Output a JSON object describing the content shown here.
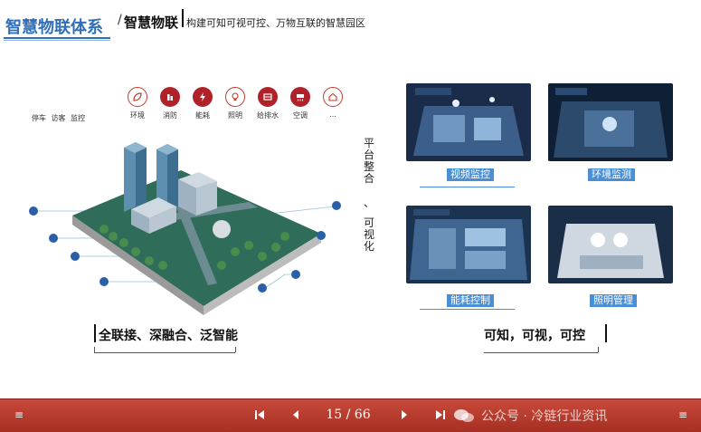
{
  "header": {
    "title": "智慧物联体系",
    "slash": "/",
    "subtitle": "智慧物联",
    "description": "构建可知可视可控、万物互联的智慧园区"
  },
  "left_panel": {
    "categories_left": [
      "停车",
      "访客",
      "监控"
    ],
    "icons": [
      {
        "label": "环境",
        "icon": "leaf-icon",
        "style": "outline"
      },
      {
        "label": "消防",
        "icon": "fire-extinguisher-icon",
        "style": "filled"
      },
      {
        "label": "能耗",
        "icon": "lightning-icon",
        "style": "filled"
      },
      {
        "label": "照明",
        "icon": "bulb-icon",
        "style": "outline"
      },
      {
        "label": "给排水",
        "icon": "water-icon",
        "style": "filled"
      },
      {
        "label": "空调",
        "icon": "ac-icon",
        "style": "filled"
      },
      {
        "label": "...",
        "icon": "home-icon",
        "style": "outline"
      }
    ]
  },
  "middle": {
    "vertical_text_1": "平台整合",
    "vertical_text_comma": "、",
    "vertical_text_2": "可视化"
  },
  "tiles": [
    {
      "label": "视频监控"
    },
    {
      "label": "环境监测"
    },
    {
      "label": "能耗控制"
    },
    {
      "label": "照明管理"
    }
  ],
  "captions": {
    "left": "全联接、深融合、泛智能",
    "right": "可知，可视，可控"
  },
  "navbar": {
    "menu_icon": "≡",
    "page_indicator": "15 / 66",
    "watermark": "公众号 · 冷链行业资讯",
    "colors": {
      "bar": "#b83a2c",
      "accent": "#2f6fb9"
    }
  }
}
